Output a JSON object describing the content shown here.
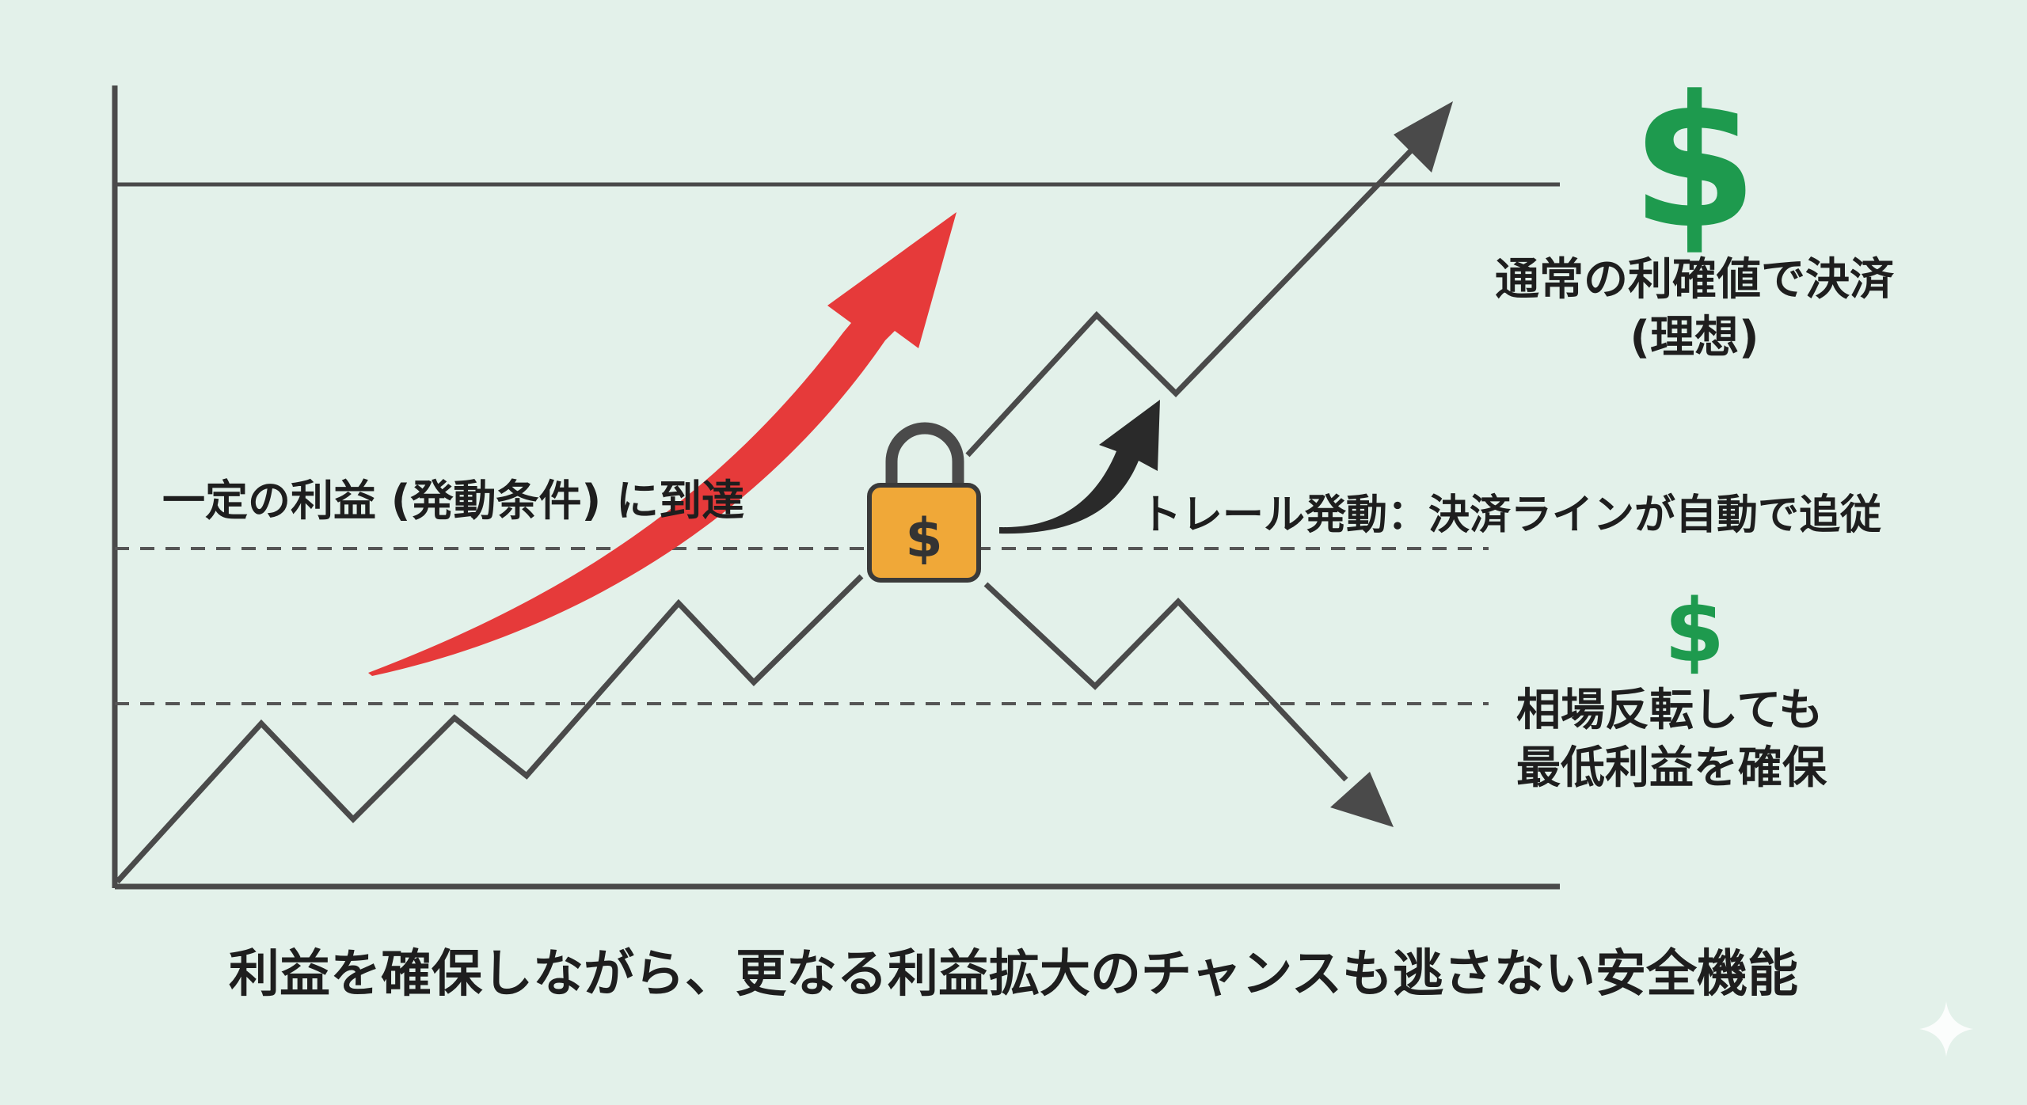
{
  "labels": {
    "trigger": "一定の利益 (発動条件) に到達",
    "trail": "トレール発動：決済ラインが自動で追従",
    "ideal_line1": "通常の利確値で決済",
    "ideal_line2": "(理想)",
    "min_line1": "相場反転しても",
    "min_line2": "最低利益を確保"
  },
  "caption": "利益を確保しながら、更なる利益拡大のチャンスも逃さない安全機能",
  "icons": {
    "big_dollar": "$",
    "small_dollar": "$",
    "lock_dollar": "$"
  },
  "colors": {
    "background": "#e3f1ea",
    "line": "#4a4a4a",
    "red_arrow": "#e63a3a",
    "dollar_green": "#1e9a4e",
    "lock_body": "#f0a838"
  }
}
